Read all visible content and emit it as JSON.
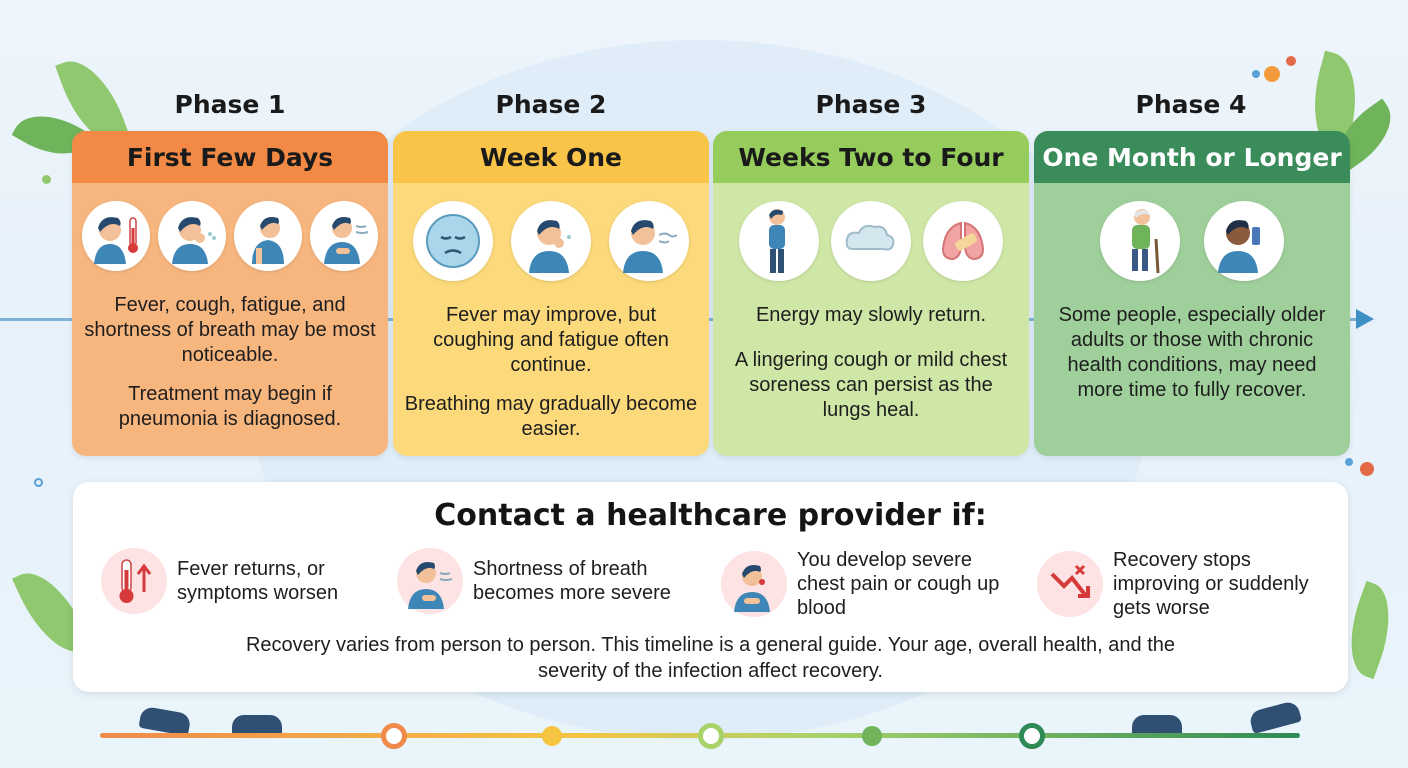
{
  "colors": {
    "phase1": "#f8b67f",
    "phase1_header": "#f28a46",
    "phase2": "#fcd97a",
    "phase2_header": "#f9c448",
    "phase3": "#cfe7a6",
    "phase3_header": "#96cc5c",
    "phase4": "#9fcf9b",
    "phase4_header": "#3a8c5b",
    "accent_red": "#d63a3a"
  },
  "phases": [
    {
      "label": "Phase 1",
      "title": "First Few Days",
      "text": [
        "Fever, cough, fatigue, and shortness of breath may be most noticeable.",
        "Treatment may begin if pneumonia is diagnosed."
      ],
      "icons": [
        "fever-thermometer-icon",
        "coughing-person-icon",
        "fatigued-person-icon",
        "short-breath-person-icon"
      ]
    },
    {
      "label": "Phase 2",
      "title": "Week One",
      "text": [
        "Fever may improve, but coughing and fatigue often continue.",
        "Breathing may gradually become easier."
      ],
      "icons": [
        "tired-face-icon",
        "coughing-person-icon",
        "breathing-person-icon"
      ]
    },
    {
      "label": "Phase 3",
      "title": "Weeks Two to Four",
      "text": [
        "Energy may slowly return.",
        "A lingering cough or mild chest soreness can persist as the lungs heal."
      ],
      "icons": [
        "recovering-person-icon",
        "cough-cloud-icon",
        "healing-lungs-icon"
      ]
    },
    {
      "label": "Phase 4",
      "title": "One Month or Longer",
      "text": [
        "Some people, especially older adults or those with chronic health conditions, may need more time to fully recover."
      ],
      "icons": [
        "older-adult-cane-icon",
        "inhaler-person-icon"
      ]
    }
  ],
  "contact": {
    "title": "Contact a healthcare provider if:",
    "items": [
      {
        "text": "Fever returns, or symptoms worsen",
        "icon": "thermometer-up-icon"
      },
      {
        "text": "Shortness of breath becomes more severe",
        "icon": "short-breath-person-icon"
      },
      {
        "text": "You develop severe chest pain or cough up blood",
        "icon": "chest-pain-person-icon"
      },
      {
        "text": "Recovery stops improving or suddenly gets worse",
        "icon": "trend-down-icon"
      }
    ],
    "note": "Recovery varies from person to person. This timeline is a general guide. Your age, overall health, and the severity of the infection affect recovery."
  }
}
